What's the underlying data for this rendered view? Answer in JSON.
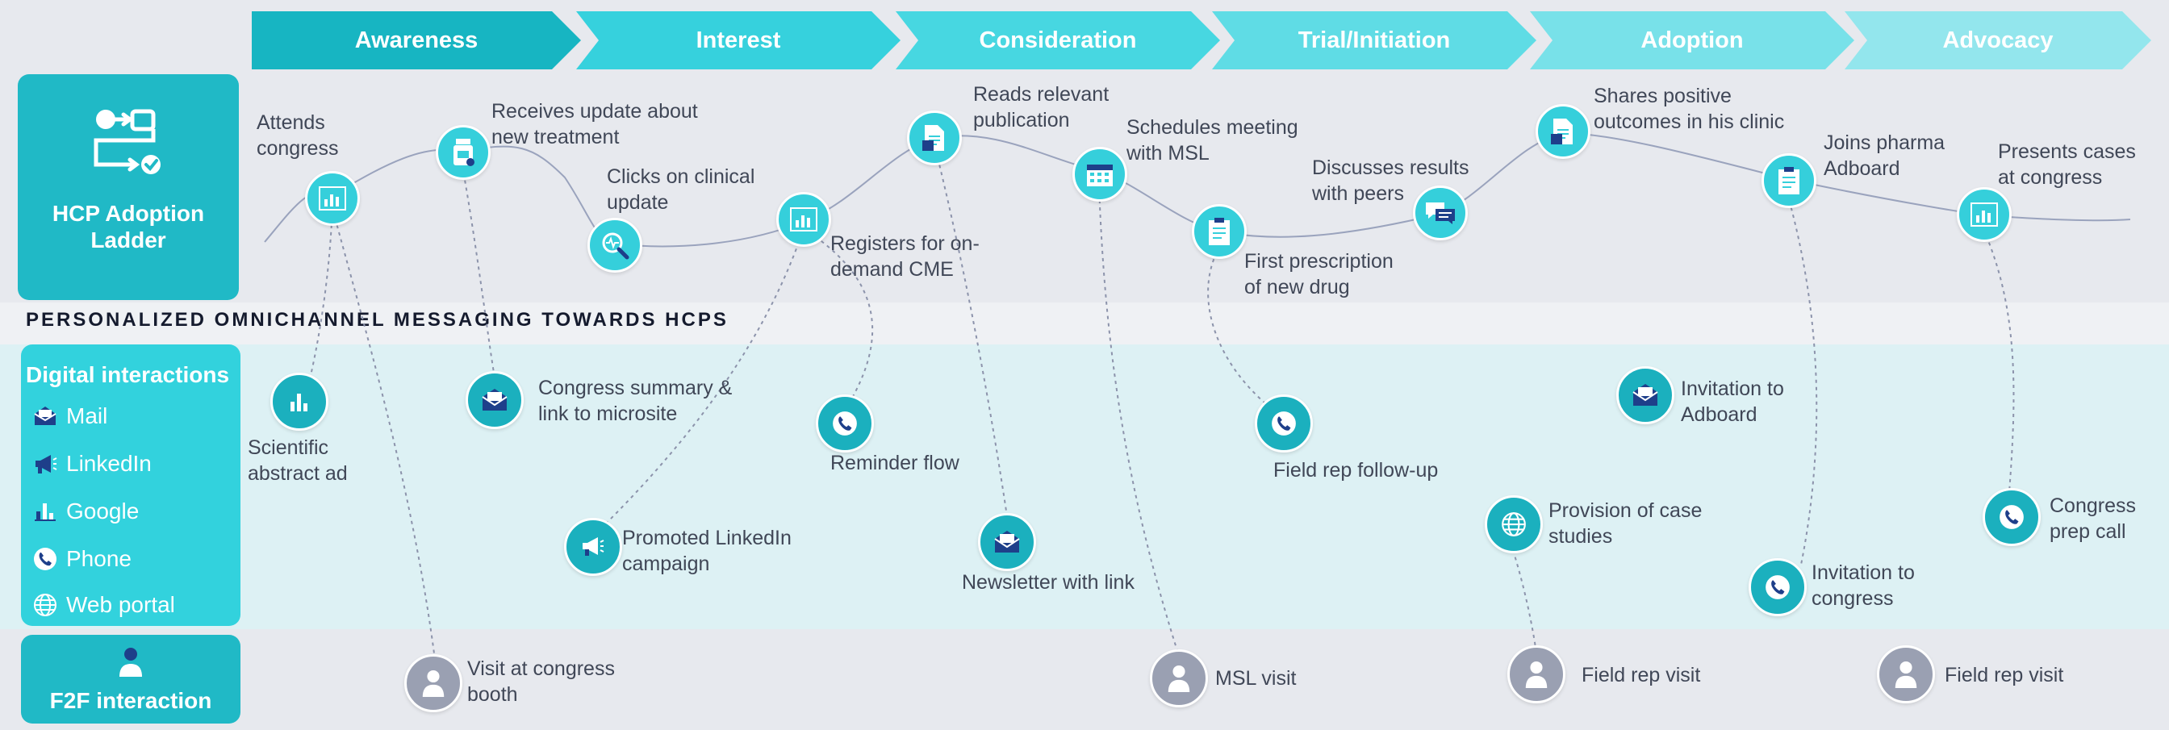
{
  "stages": [
    "Awareness",
    "Interest",
    "Consideration",
    "Trial/Initiation",
    "Adoption",
    "Advocacy"
  ],
  "colors": {
    "stage1": "#17b5c2",
    "stage2": "#36d1dd",
    "stage3": "#47d7e1",
    "stage4": "#5fdce5",
    "stage5": "#78e1e9",
    "stage6": "#93e6ed"
  },
  "ladder": {
    "title_line1": "HCP Adoption",
    "title_line2": "Ladder"
  },
  "section_heading": "PERSONALIZED OMNICHANNEL MESSAGING TOWARDS HCPS",
  "digital": {
    "title": "Digital interactions",
    "channels": [
      {
        "label": "Mail",
        "icon": "mail-icon"
      },
      {
        "label": "LinkedIn",
        "icon": "megaphone-icon"
      },
      {
        "label": "Google",
        "icon": "chart-icon"
      },
      {
        "label": "Phone",
        "icon": "phone-icon"
      },
      {
        "label": "Web portal",
        "icon": "globe-icon"
      }
    ]
  },
  "f2f": {
    "title": "F2F interaction"
  },
  "journey": [
    {
      "l1": "Attends",
      "l2": "congress",
      "icon": "chart-icon"
    },
    {
      "l1": "Receives update about",
      "l2": "new treatment",
      "icon": "pill-bottle-icon"
    },
    {
      "l1": "Clicks on clinical",
      "l2": "update",
      "icon": "magnifier-icon"
    },
    {
      "l1": "Registers for on-",
      "l2": "demand CME",
      "icon": "chart-icon"
    },
    {
      "l1": "Reads relevant",
      "l2": "publication",
      "icon": "document-icon"
    },
    {
      "l1": "Schedules meeting",
      "l2": "with MSL",
      "icon": "calendar-icon"
    },
    {
      "l1": "First prescription",
      "l2": "of new drug",
      "icon": "clipboard-icon"
    },
    {
      "l1": "Discusses results",
      "l2": "with peers",
      "icon": "chat-icon"
    },
    {
      "l1": "Shares positive",
      "l2": "outcomes in his clinic",
      "icon": "document-icon"
    },
    {
      "l1": "Joins pharma",
      "l2": "Adboard",
      "icon": "clipboard-icon"
    },
    {
      "l1": "Presents cases",
      "l2": "at congress",
      "icon": "chart-icon"
    }
  ],
  "touchpoints": [
    {
      "l1": "Scientific",
      "l2": "abstract ad",
      "icon": "chart-icon"
    },
    {
      "l1": "Congress summary &",
      "l2": "link to microsite",
      "icon": "mail-icon"
    },
    {
      "l1": "Promoted LinkedIn",
      "l2": "campaign",
      "icon": "megaphone-icon"
    },
    {
      "l1": "Reminder flow",
      "l2": "",
      "icon": "phone-icon"
    },
    {
      "l1": "Newsletter with link",
      "l2": "",
      "icon": "mail-icon"
    },
    {
      "l1": "Field rep follow-up",
      "l2": "",
      "icon": "phone-icon"
    },
    {
      "l1": "Provision of case",
      "l2": "studies",
      "icon": "globe-icon"
    },
    {
      "l1": "Invitation to",
      "l2": "Adboard",
      "icon": "mail-icon"
    },
    {
      "l1": "Invitation to",
      "l2": "congress",
      "icon": "phone-icon"
    },
    {
      "l1": "Congress",
      "l2": "prep call",
      "icon": "phone-icon"
    }
  ],
  "visits": [
    {
      "l1": "Visit at congress",
      "l2": "booth",
      "icon": "person-icon"
    },
    {
      "l1": "MSL visit",
      "l2": "",
      "icon": "person-icon"
    },
    {
      "l1": "Field rep visit",
      "l2": "",
      "icon": "person-icon"
    },
    {
      "l1": "Field rep visit",
      "l2": "",
      "icon": "person-icon"
    }
  ]
}
